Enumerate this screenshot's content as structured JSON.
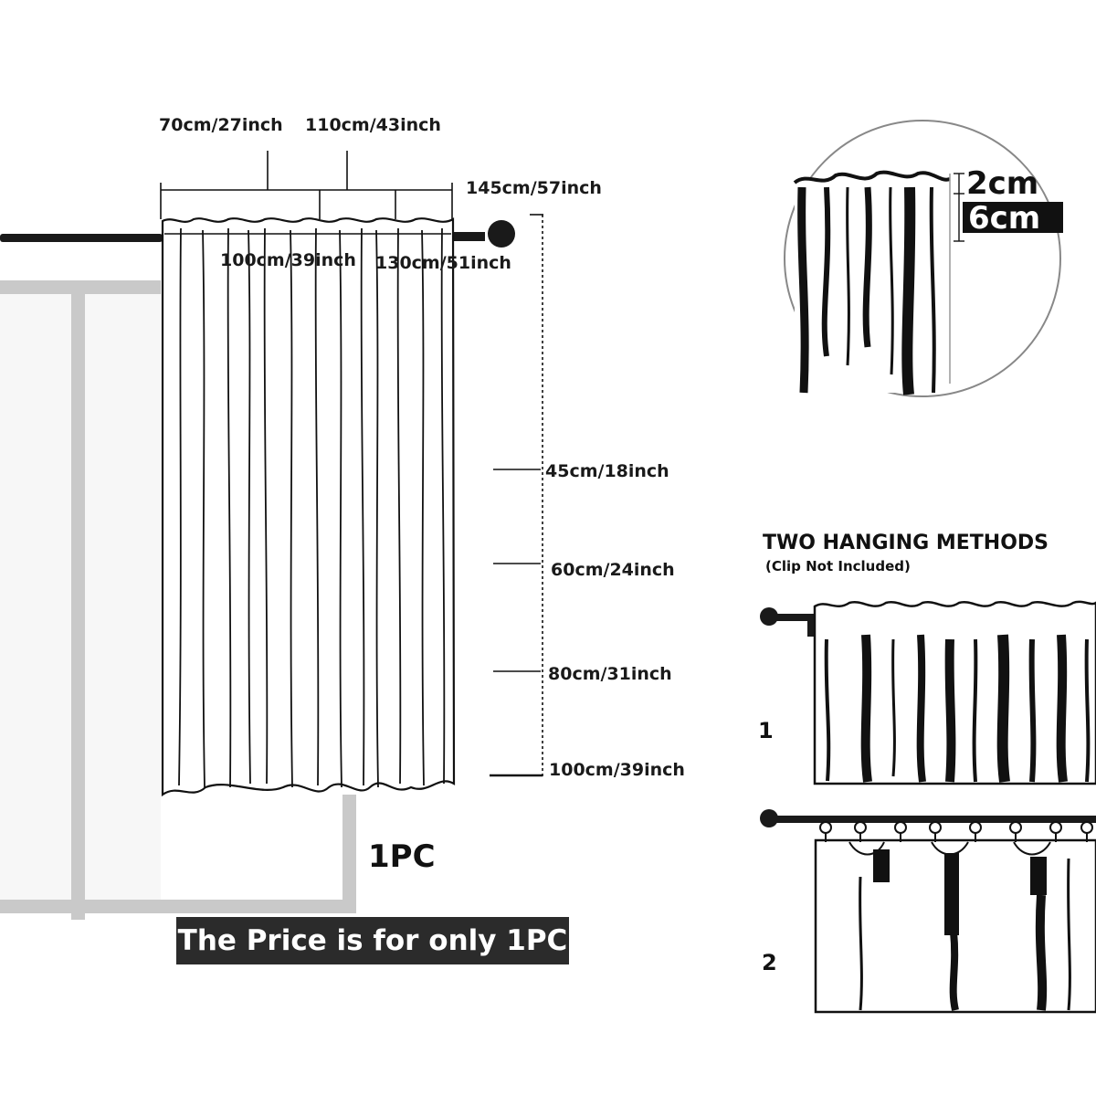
{
  "dimensions": {
    "width_70": "70cm/27inch",
    "width_110": "110cm/43inch",
    "width_145": "145cm/57inch",
    "width_100": "100cm/39inch",
    "width_130": "130cm/51inch",
    "length_45": "45cm/18inch",
    "length_60": "60cm/24inch",
    "length_80": "80cm/31inch",
    "length_100": "100cm/39inch"
  },
  "detail": {
    "top_heading": "2cm",
    "rod_pocket": "6cm"
  },
  "quantity_label": "1PC",
  "price_note": "The Price is for only 1PC",
  "hanging": {
    "title": "TWO HANGING METHODS",
    "subtitle": "(Clip Not Included)",
    "method_1": "1",
    "method_2": "2"
  }
}
